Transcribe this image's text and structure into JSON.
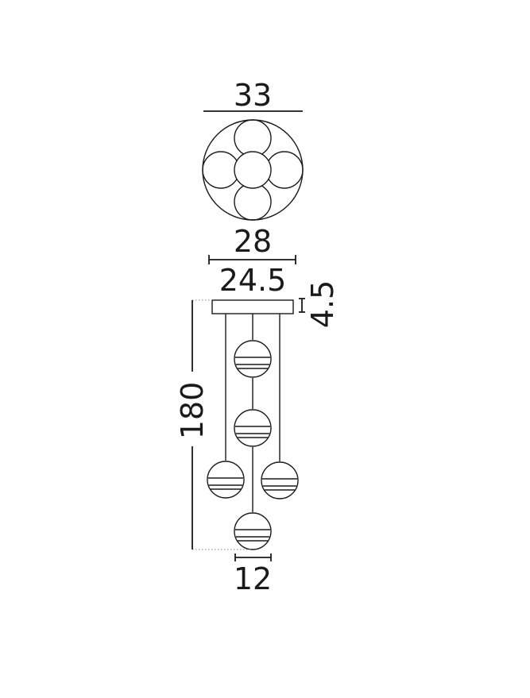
{
  "dimensions": {
    "top_diameter": "33",
    "canopy_diameter": "28",
    "canopy_inner": "24.5",
    "canopy_height": "4.5",
    "total_height": "180",
    "globe_diameter": "12"
  },
  "colors": {
    "stroke": "#1a1a1a",
    "guide": "#888888",
    "background": "#ffffff"
  }
}
